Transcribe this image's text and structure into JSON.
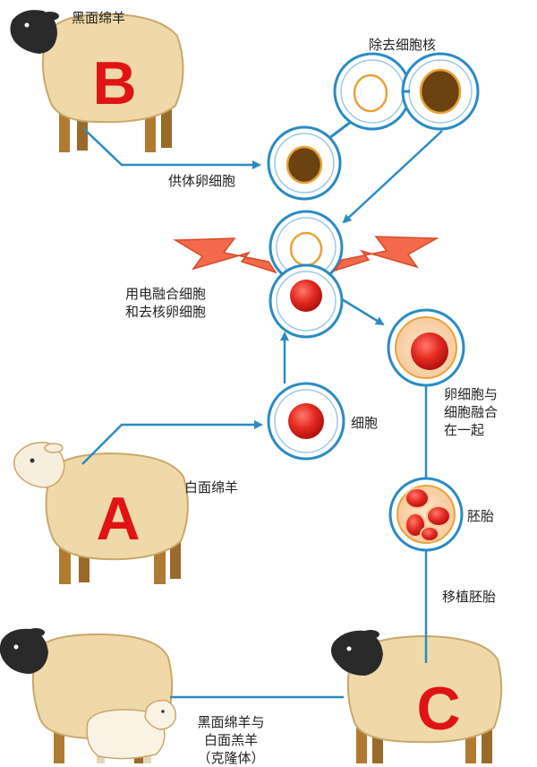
{
  "labels": {
    "sheep_b": "黑面绵羊",
    "remove_nucleus": "除去细胞核",
    "donor_egg": "供体卵细胞",
    "fuse_line1": "用电融合细胞",
    "fuse_line2": "和去核卵细胞",
    "cell": "细胞",
    "egg_fuse_line1": "卵细胞与",
    "egg_fuse_line2": "细胞融合",
    "egg_fuse_line3": "在一起",
    "sheep_a": "白面绵羊",
    "embryo": "胚胎",
    "transplant": "移植胚胎",
    "result_line1": "黑面绵羊与",
    "result_line2": "白面羔羊",
    "result_line3": "（克隆体）"
  },
  "letters": {
    "a": "A",
    "b": "B",
    "c": "C"
  },
  "colors": {
    "arrow": "#2a8bc4",
    "cell_ring": "#2a8bc4",
    "nucleus_brown": "#6b4210",
    "nucleus_ring": "#e8a33a",
    "red_nucleus": "#e42a22",
    "letter_red": "#e01414",
    "wool": "#f0d9a8",
    "wool_outline": "#c9a86a",
    "leg": "#b07a30",
    "black_face": "#2a2a2a",
    "lightning": "#f26a4a"
  }
}
